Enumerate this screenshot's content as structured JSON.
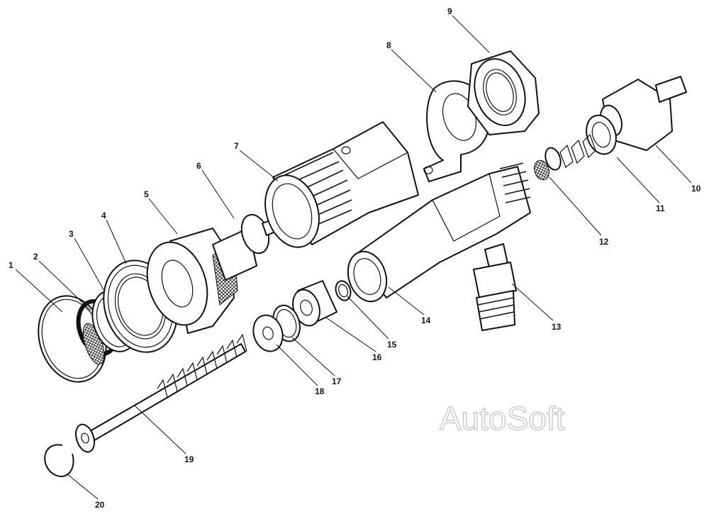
{
  "diagram": {
    "watermark": "AutoSoft",
    "callouts": [
      "1",
      "2",
      "3",
      "4",
      "5",
      "6",
      "7",
      "8",
      "9",
      "10",
      "11",
      "12",
      "13",
      "14",
      "15",
      "16",
      "17",
      "18",
      "19",
      "20"
    ]
  }
}
